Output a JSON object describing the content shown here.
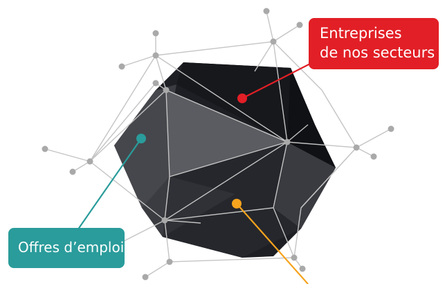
{
  "colors": {
    "background": "#ffffff",
    "network": "#c4c4c4",
    "node": "#a9a9a9",
    "red": "#e21f26",
    "teal": "#2a9c9b",
    "orange": "#f6a31e",
    "face_dark": "#16171b",
    "face_mid": "#2b2c31",
    "face_light": "#55565b"
  },
  "labels": {
    "entreprises": {
      "line1": "Entreprises",
      "line2": "de nos secteurs",
      "color": "#e21f26",
      "marker_color": "#e21f26"
    },
    "offres": {
      "text": "Offres d’emploi",
      "color": "#2a9c9b",
      "marker_color": "#2a9c9b"
    },
    "orange_marker": {
      "color": "#f6a31e"
    }
  },
  "icons": {
    "shape": "icosahedron",
    "nodes": "network-node-dots"
  }
}
